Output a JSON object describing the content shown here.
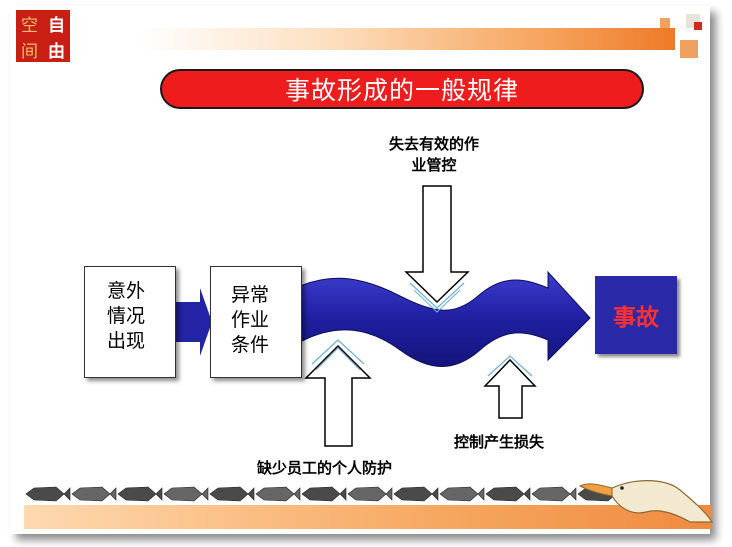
{
  "logo": {
    "chars": [
      "空",
      "自",
      "间",
      "由"
    ]
  },
  "title": "事故形成的一般规律",
  "box_unexpected": {
    "lines": [
      "意外",
      "情况",
      "出现"
    ]
  },
  "box_abnormal": {
    "lines": [
      "异常",
      "作业",
      "条件"
    ]
  },
  "accident": "事故",
  "label_top": {
    "lines": [
      "失去有效的作",
      "业管控"
    ]
  },
  "label_bottom": "缺少员工的个人防护",
  "label_right": "控制产生损失",
  "colors": {
    "title_bg": "#ee1c1c",
    "wave": "#2323a6",
    "accent": "#f6a55e",
    "logo": "#c81e14"
  }
}
